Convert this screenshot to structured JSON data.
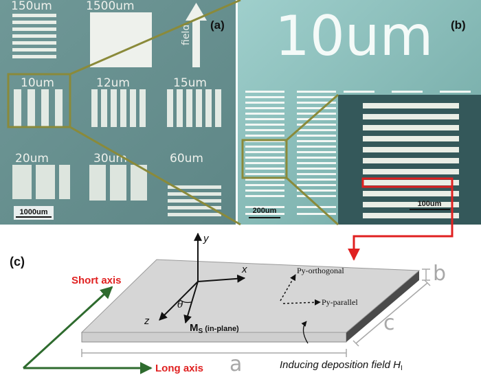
{
  "panel_a": {
    "tag": "(a)",
    "field_label": "field",
    "scale_bar": "1000um",
    "pattern_labels": [
      "150um",
      "1500um",
      "10um",
      "12um",
      "15um",
      "20um",
      "30um",
      "60um"
    ]
  },
  "panel_b": {
    "tag": "(b)",
    "title": "10um",
    "scale_bar": "200um",
    "inset_scale_bar": "100um"
  },
  "panel_c": {
    "tag": "(c)",
    "axis_y": "y",
    "axis_x": "x",
    "axis_z": "z",
    "angle_theta": "θ",
    "ms_label": "M",
    "ms_sub": "S",
    "ms_suffix": " (in-plane)",
    "py_orthogonal": "Py-orthogonal",
    "py_parallel": "Py-parallel",
    "short_axis": "Short axis",
    "long_axis": "Long axis",
    "dim_a": "a",
    "dim_b": "b",
    "dim_c": "c",
    "inducing_field": "Inducing deposition field H",
    "inducing_sub": "I"
  },
  "colors": {
    "olive": "#8a8a3a",
    "red_accent": "#e02020",
    "green_axis": "#2e6b2e",
    "dim_gray": "#a8a8a8",
    "slab_top": "#d6d6d6",
    "slab_side": "#4a4a4a"
  }
}
